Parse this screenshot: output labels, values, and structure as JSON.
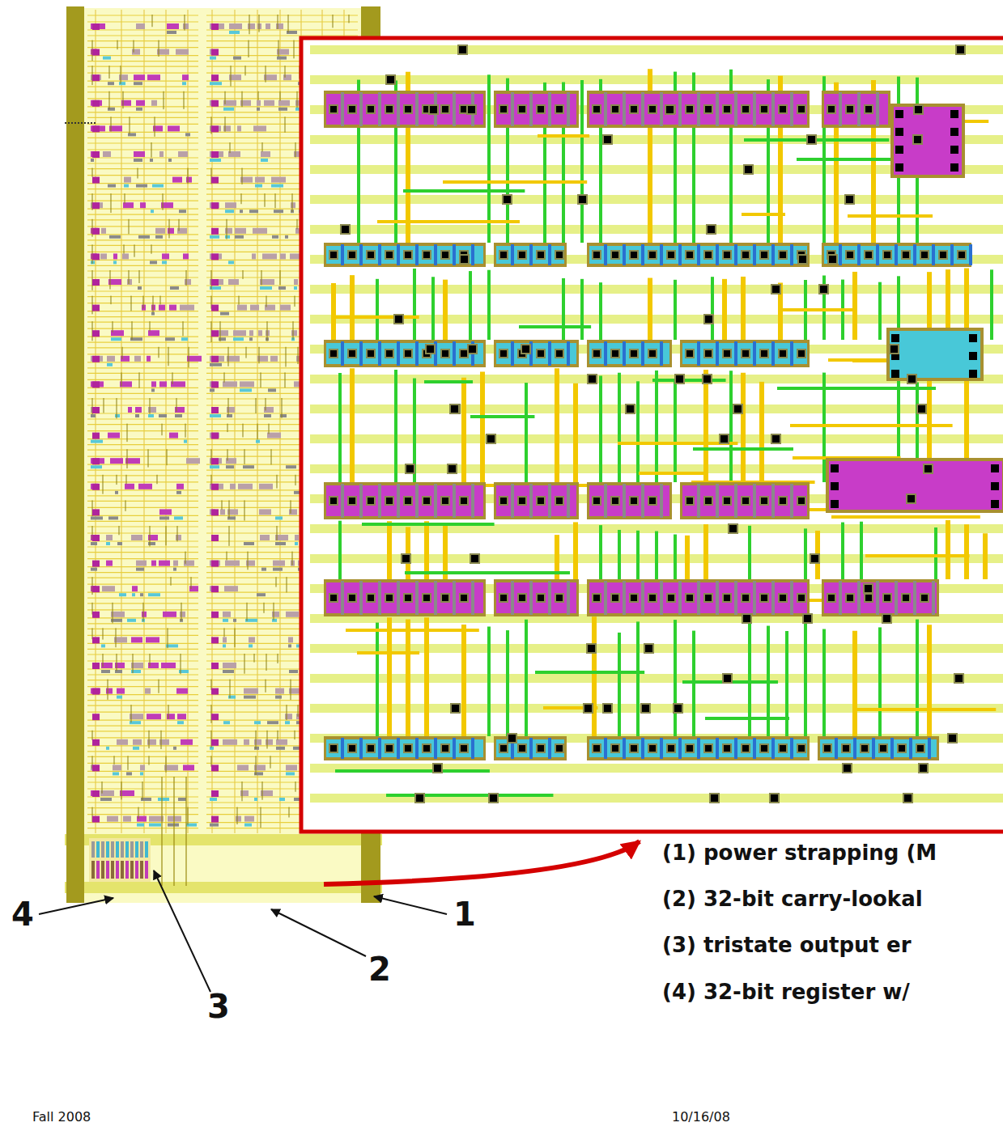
{
  "diagram": {
    "labels": [
      "4",
      "1",
      "2",
      "3",
      "(1) power strapping (M",
      "(2) 32-bit carry-lookal",
      "(3) tristate output er",
      "(4) 32-bit register w/",
      "Fall 2008",
      "10/16/08"
    ]
  }
}
